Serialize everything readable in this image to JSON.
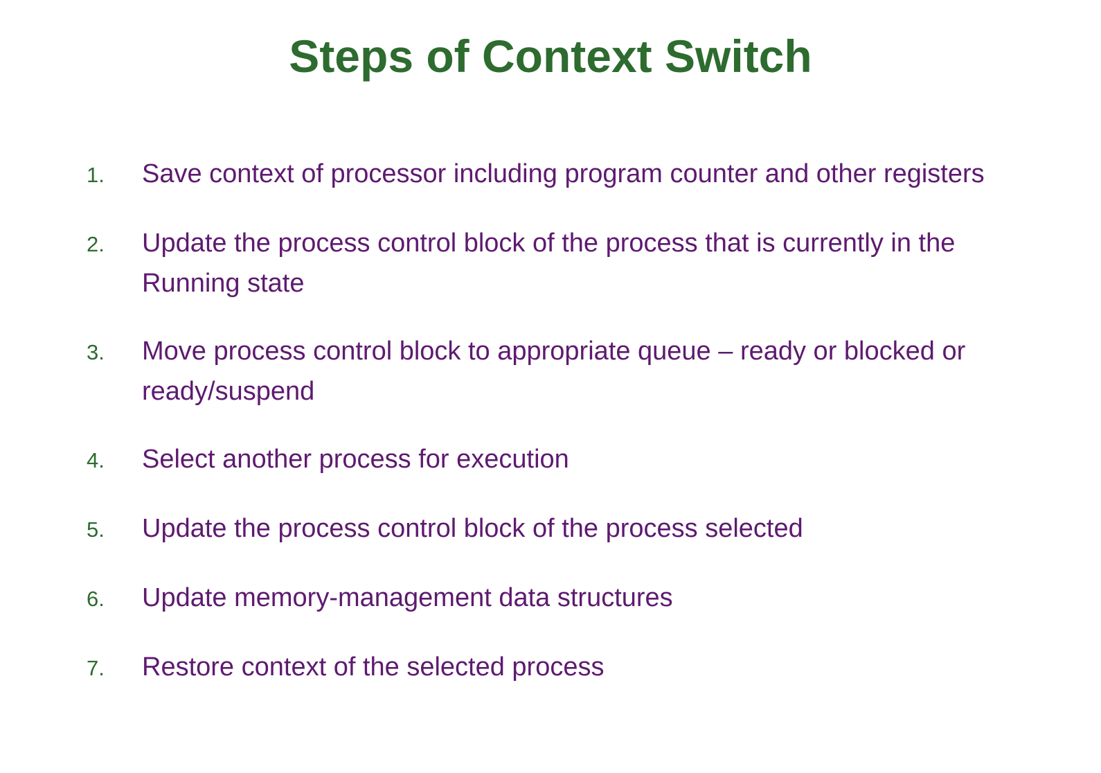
{
  "slide": {
    "title": "Steps of Context Switch",
    "colors": {
      "background": "#ffffff",
      "title_green": "#2d6b2f",
      "number_green": "#2d6b2f",
      "body_purple": "#5e1a70"
    },
    "items": [
      {
        "number": "1.",
        "text": "Save context of processor including program counter and other registers"
      },
      {
        "number": "2.",
        "text": "Update the process control block of the process that is currently in the Running state"
      },
      {
        "number": "3.",
        "text": "Move process control block to appropriate queue – ready or blocked or ready/suspend"
      },
      {
        "number": "4.",
        "text": "Select another process for execution"
      },
      {
        "number": "5.",
        "text": "Update the process control block of the process selected"
      },
      {
        "number": "6.",
        "text": "Update memory-management data structures"
      },
      {
        "number": "7.",
        "text": "Restore context of the selected process"
      }
    ]
  }
}
